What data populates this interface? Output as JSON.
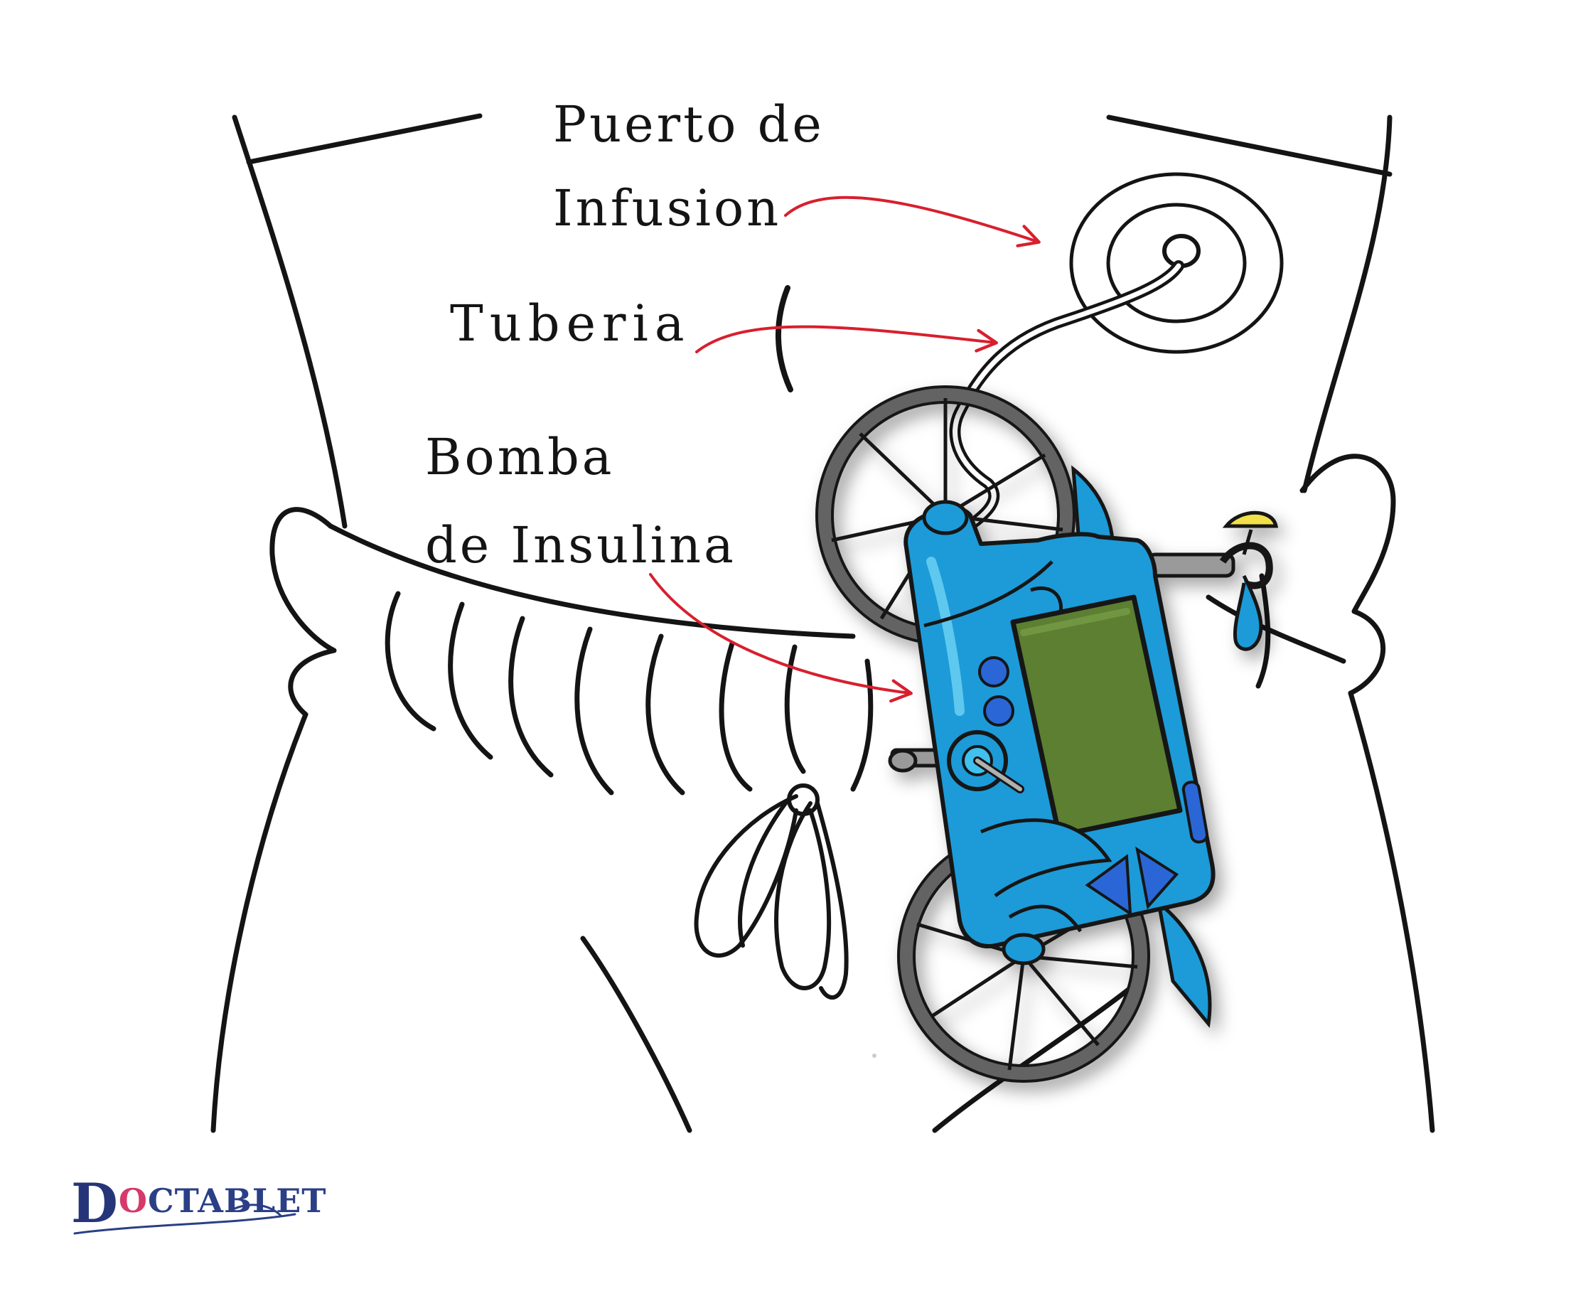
{
  "labels": {
    "infusion_port_line1": "Puerto de",
    "infusion_port_line2": "Infusion",
    "tubing": "Tuberia",
    "pump_line1": "Bomba",
    "pump_line2": "de Insulina"
  },
  "logo": {
    "text_initial": "D",
    "text_o": "O",
    "text_rest": "CTABLET"
  },
  "colors": {
    "outline": "#141414",
    "arrow": "#d81f2e",
    "pump_body": "#1e9bd8",
    "pump_body_light": "#3fc0ef",
    "screen": "#5c7f30",
    "buttons": "#2b66d6",
    "wheel": "#5a5a5a",
    "logo_blue": "#2a3f86",
    "logo_pink": "#d43a6a"
  }
}
